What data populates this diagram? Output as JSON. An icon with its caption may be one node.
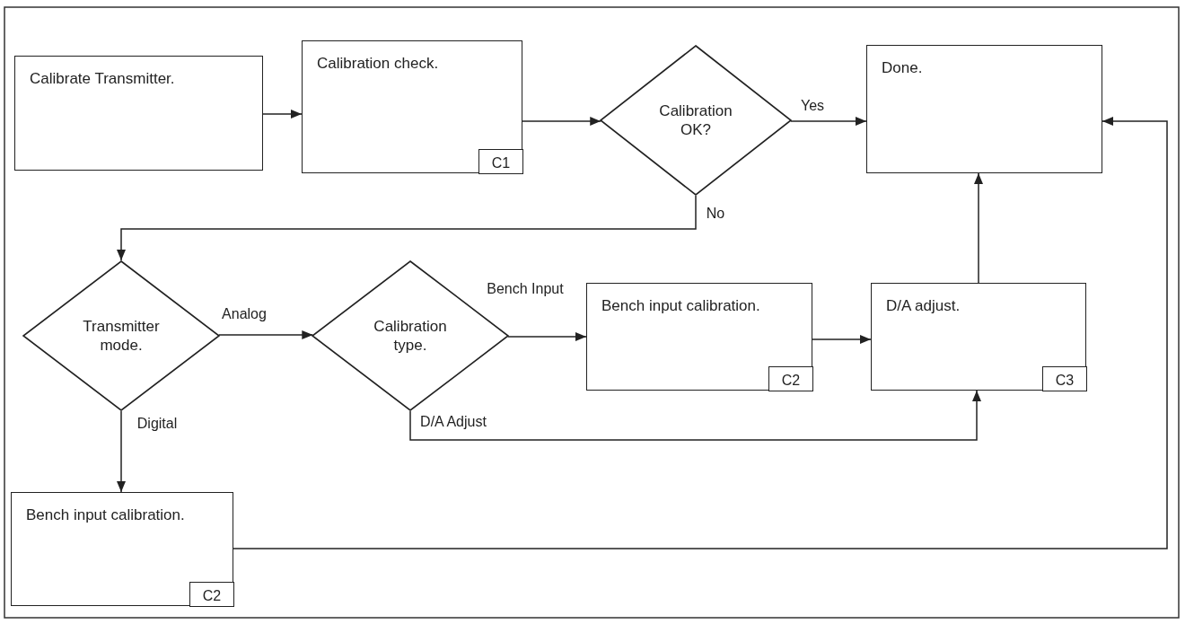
{
  "diagram": {
    "nodes": [
      {
        "text": [
          "Calibrate Transmitter."
        ]
      },
      {
        "text": [
          "Calibration check."
        ]
      },
      {
        "text": [
          "C1"
        ],
        "in": 1
      },
      {
        "text": [
          "Calibration OK?"
        ]
      },
      {
        "text": [
          "Done."
        ]
      },
      {
        "text": [
          "Transmitter mode."
        ]
      },
      {
        "text": [
          "Calibration type."
        ]
      },
      {
        "text": [
          "Bench input calibration."
        ]
      },
      {
        "text": [
          "C2"
        ],
        "in": 7
      },
      {
        "text": [
          "D/A adjust."
        ]
      },
      {
        "text": [
          "C3"
        ],
        "in": 9
      },
      {
        "text": [
          "Bench input calibration."
        ]
      },
      {
        "text": [
          "C2"
        ],
        "in": 11
      }
    ],
    "edges": [
      {
        "from": 0,
        "to": 1,
        "arrow": "to"
      },
      {
        "from": 1,
        "to": 3,
        "arrow": "to"
      },
      {
        "from": 3,
        "to": 4,
        "arrow": "to",
        "label": "Yes"
      },
      {
        "from": 3,
        "to": 5,
        "arrow": "to",
        "label": "No"
      },
      {
        "from": 5,
        "to": 6,
        "arrow": "to",
        "label": "Analog"
      },
      {
        "from": 5,
        "to": 11,
        "arrow": "to",
        "label": "Digital"
      },
      {
        "from": 6,
        "to": 7,
        "arrow": "to",
        "label": "Bench Input"
      },
      {
        "from": 6,
        "to": 9,
        "arrow": "to",
        "label": "D/A Adjust"
      },
      {
        "from": 7,
        "to": 9,
        "arrow": "to"
      },
      {
        "from": 9,
        "to": 4,
        "arrow": "to"
      },
      {
        "from": 11,
        "to": 4,
        "arrow": "to"
      }
    ]
  }
}
